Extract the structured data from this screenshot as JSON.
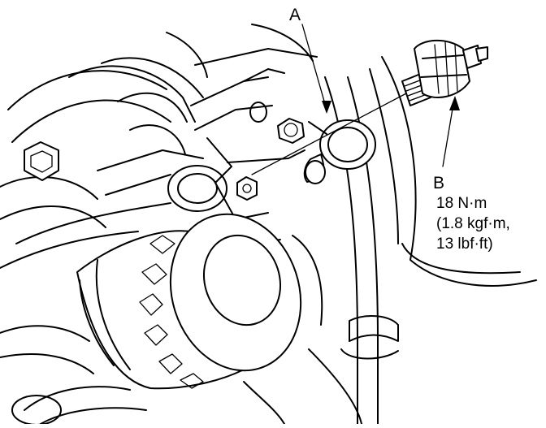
{
  "callouts": {
    "a": {
      "letter": "A"
    },
    "b": {
      "letter": "B",
      "torque_line1": "18 N·m",
      "torque_line2": "(1.8 kgf·m,",
      "torque_line3": "13 lbf·ft)"
    }
  },
  "colors": {
    "ink": "#000000",
    "paper": "#ffffff"
  }
}
